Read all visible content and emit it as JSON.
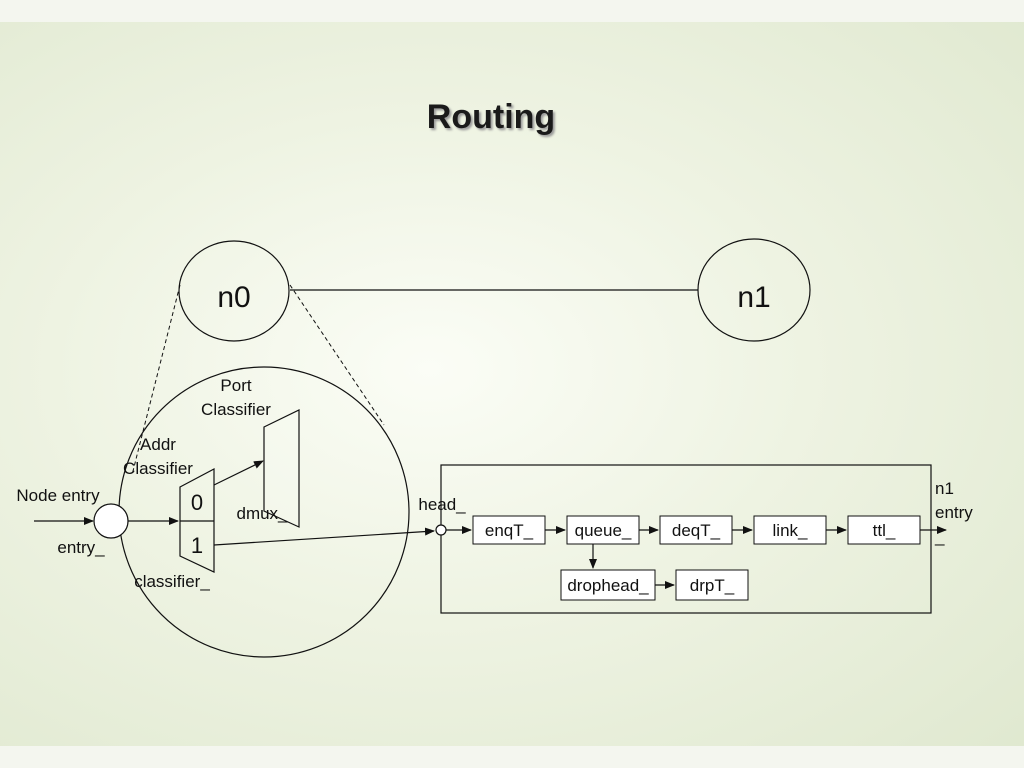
{
  "title": "Routing",
  "nodes": {
    "n0": "n0",
    "n1": "n1"
  },
  "labels": {
    "port_classifier_line1": "Port",
    "port_classifier_line2": "Classifier",
    "addr_classifier_line1": "Addr",
    "addr_classifier_line2": "Classifier",
    "node_entry": "Node entry",
    "entry": "entry_",
    "dmux": "dmux_",
    "classifier": "classifier_",
    "slot0": "0",
    "slot1": "1",
    "head": "head_",
    "n1_entry_line1": "n1",
    "n1_entry_line2": "entry",
    "n1_entry_line3": "_"
  },
  "link_blocks": {
    "enqT": "enqT_",
    "queue": "queue_",
    "deqT": "deqT_",
    "link": "link_",
    "ttl": "ttl_",
    "drophead": "drophead_",
    "drpT": "drpT_"
  },
  "colors": {
    "stroke": "#111111",
    "box_fill": "#ffffff",
    "accent_bg": "#eef3e2"
  }
}
